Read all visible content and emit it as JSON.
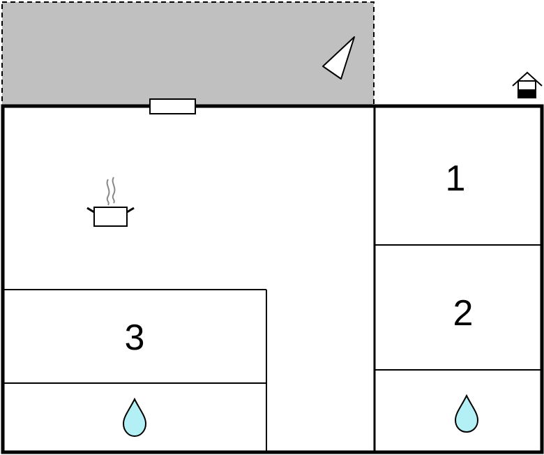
{
  "floorplan": {
    "colors": {
      "terrace_fill": "#c0c0c0",
      "wall": "#000000",
      "water_drop": "#b3f0f5",
      "steam": "#888888"
    },
    "terrace": {
      "style": "dashed",
      "icon": "north-arrow-icon"
    },
    "rooms": [
      {
        "id": "bedroom-1",
        "label": "1"
      },
      {
        "id": "bedroom-2",
        "label": "2"
      },
      {
        "id": "bedroom-3",
        "label": "3"
      }
    ],
    "bathrooms": [
      {
        "id": "bathroom-left",
        "icon": "water-drop-icon"
      },
      {
        "id": "bathroom-right",
        "icon": "water-drop-icon"
      }
    ],
    "kitchen": {
      "icon": "cooking-pot-icon"
    },
    "entrance": {
      "icon": "house-entrance-icon"
    },
    "window": {
      "icon": "window-icon"
    }
  }
}
